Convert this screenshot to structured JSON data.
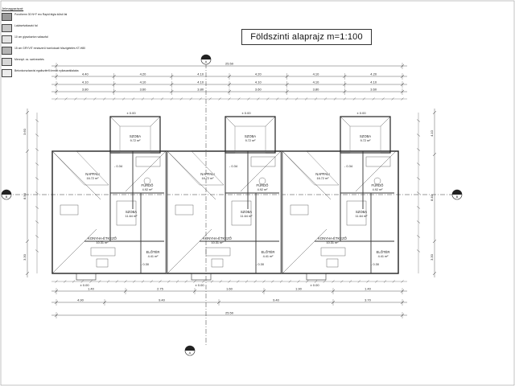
{
  "title": "Földszinti alaprajz m=1:100",
  "legend": {
    "heading": "Jelmagyarázat:",
    "items": [
      {
        "label": "Porotherm 30 N+F reo Rapid tégla külső fal",
        "color": "#9a9a9a"
      },
      {
        "label": "Lakáselválasztó fal",
        "color": "#c7c7c7"
      },
      {
        "label": "10 cm gipszkarton válaszfal",
        "color": "#e4e4e4"
      },
      {
        "label": "15 cm GRYVIT rendszerű homlokzati hőszigetelés KT-H80",
        "color": "#b4b4b4"
      },
      {
        "label": "Mennyit. cs. szelvezetés",
        "color": "#d6d6d6"
      },
      {
        "label": "Betonkorszlzavisi egalisztérfö lemlitt nyilasaeáltalaba",
        "color": "#ececec"
      }
    ]
  },
  "dimensions": {
    "overall": "25.50",
    "top_row1": [
      "4.40",
      "4.20",
      "4.10",
      "4.20",
      "4.10",
      "4.20"
    ],
    "top_row2": [
      "4.10",
      "4.10",
      "4.10",
      "4.10",
      "4.10",
      "4.10"
    ],
    "top_row3": [
      "3.80",
      "3.60",
      "3.80",
      "3.60",
      "3.80",
      "3.60"
    ],
    "bottom_row1": [
      "4.90",
      "9.40",
      "9.40",
      "3.70"
    ],
    "bottom_row2": [
      "1.40",
      "2.75",
      "1.60",
      "1.90",
      "1.40"
    ],
    "left": [
      "3.60",
      "8.50",
      "3.30"
    ],
    "right": [
      "4.10",
      "8.40",
      "3.30"
    ]
  },
  "units": [
    {
      "rooms": [
        {
          "name": "SZOBA",
          "area": "9.72 m²"
        },
        {
          "name": "NAPPALI",
          "area": "16.72 m²"
        },
        {
          "name": "FÜRDŐ",
          "area": "4.92 m²"
        },
        {
          "name": "SZOBA",
          "area": "11.64 m²"
        },
        {
          "name": "KONYHA-ÉTKEZŐ",
          "area": "10.31 m²"
        },
        {
          "name": "ELŐTÉR",
          "area": "4.41 m²"
        }
      ]
    },
    {
      "rooms": [
        {
          "name": "SZOBA",
          "area": "9.72 m²"
        },
        {
          "name": "NAPPALI",
          "area": "16.72 m²"
        },
        {
          "name": "FÜRDŐ",
          "area": "4.92 m²"
        },
        {
          "name": "SZOBA",
          "area": "11.64 m²"
        },
        {
          "name": "KONYHA-ÉTKEZŐ",
          "area": "10.31 m²"
        },
        {
          "name": "ELŐTÉR",
          "area": "4.41 m²"
        }
      ]
    },
    {
      "rooms": [
        {
          "name": "SZOBA",
          "area": "9.72 m²"
        },
        {
          "name": "NAPPALI",
          "area": "16.72 m²"
        },
        {
          "name": "FÜRDŐ",
          "area": "4.92 m²"
        },
        {
          "name": "SZOBA",
          "area": "11.64 m²"
        },
        {
          "name": "KONYHA-ÉTKEZŐ",
          "area": "10.31 m²"
        },
        {
          "name": "ELŐTÉR",
          "area": "4.41 m²"
        }
      ]
    }
  ],
  "levels": {
    "floor": "± 0.00",
    "terrace": "- 0.30",
    "step": "- 0.34"
  },
  "section_labels": {
    "a": "A",
    "b": "B"
  }
}
